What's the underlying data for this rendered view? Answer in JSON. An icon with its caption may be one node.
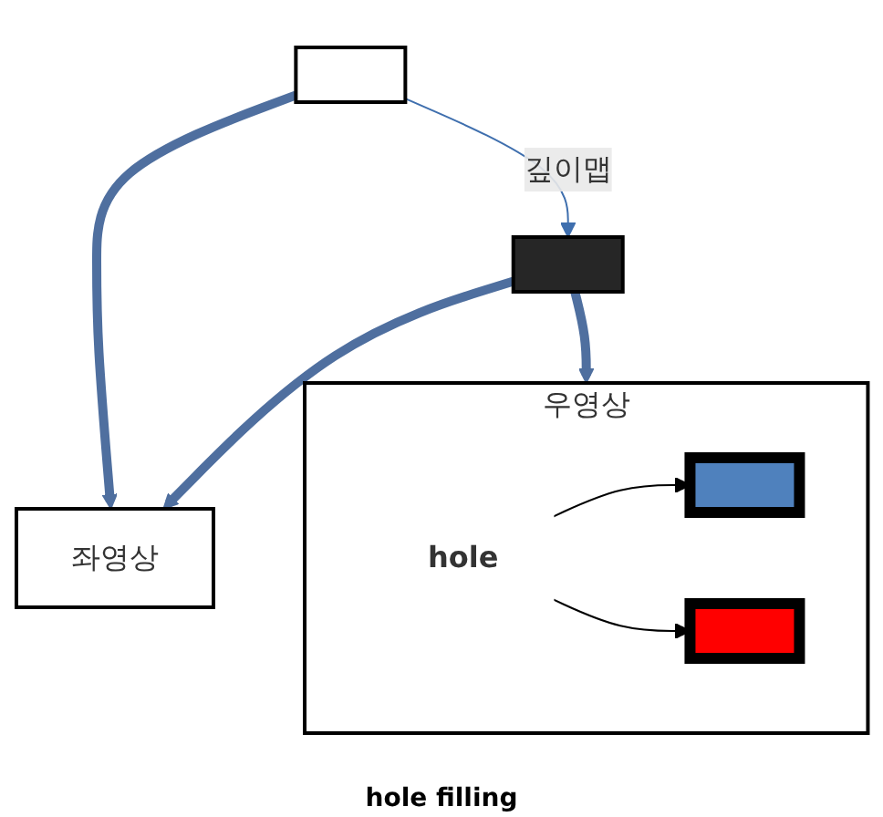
{
  "diagram": {
    "nodes": [
      {
        "text": [],
        "shape": "box"
      },
      {
        "text": [],
        "shape": "box"
      },
      {
        "text": [
          "좌영상"
        ]
      },
      {
        "text": [
          "우영상"
        ]
      },
      {
        "text": [
          "hole"
        ],
        "in": 3
      },
      {
        "text": [],
        "shape": "box",
        "in": 3
      },
      {
        "text": [],
        "shape": "box",
        "in": 3
      }
    ],
    "edges": [
      {
        "from": 0,
        "to": 1,
        "arrow": "to",
        "label": "깊이맵",
        "color": "#3f6fae"
      },
      {
        "from": 0,
        "to": 2,
        "arrow": "to",
        "style": "thick"
      },
      {
        "from": 1,
        "to": 2,
        "arrow": "to",
        "style": "thick"
      },
      {
        "from": 1,
        "to": 3,
        "arrow": "to",
        "style": "thick"
      },
      {
        "from": 4,
        "to": 5,
        "arrow": "to",
        "color": "#000000"
      },
      {
        "from": 4,
        "to": 6,
        "arrow": "to",
        "color": "#000000"
      }
    ],
    "labels": [
      "hole filling"
    ]
  }
}
